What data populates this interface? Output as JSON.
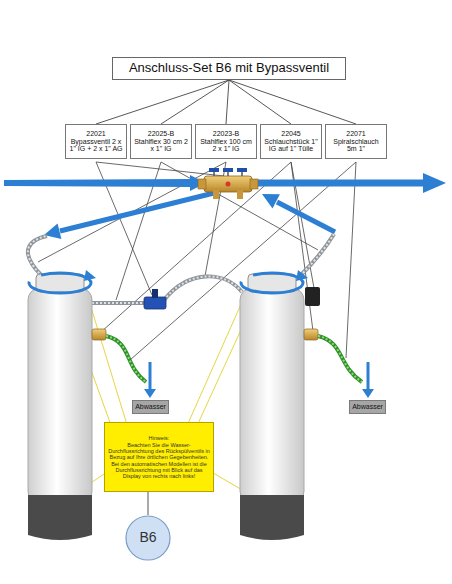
{
  "diagram": {
    "nodes": [
      {
        "text": [
          "Anschluss-Set B6 mit Bypassventil"
        ]
      },
      {
        "text": [
          "22021",
          "Bypassventil 2 x 1\" IG + 2 x 1\" AG"
        ]
      },
      {
        "text": [
          "22025-B",
          "Stahlflex 30 cm 2 x 1\" IG"
        ]
      },
      {
        "text": [
          "22023-B",
          "Stahlflex 100 cm 2 x 1\" IG"
        ]
      },
      {
        "text": [
          "22045",
          "Schlauchstück 1\" IG auf 1\" Tülle"
        ]
      },
      {
        "text": [
          "22071",
          "Spiralschlauch 5m 1\""
        ]
      },
      {
        "text": [
          "Abwasser"
        ]
      },
      {
        "text": [
          "Abwasser"
        ]
      },
      {
        "text": [
          "Hinweis:",
          "Beachten Sie die Wasser-Durchflussrichtung des Rückspülventils in Bezug auf Ihre örtlichen Gegebenheiten. Bei den automatischen Modellen ist die Durchflussrichtung mit Blick auf das Display von rechts nach links!"
        ]
      },
      {
        "text": [
          "B6"
        ]
      }
    ],
    "edges": [
      {
        "from": 0,
        "to": 1,
        "arrow": "none"
      },
      {
        "from": 0,
        "to": 2,
        "arrow": "none"
      },
      {
        "from": 0,
        "to": 3,
        "arrow": "none"
      },
      {
        "from": 0,
        "to": 4,
        "arrow": "none"
      },
      {
        "from": 0,
        "to": 5,
        "arrow": "none"
      },
      {
        "from": 8,
        "to": 9,
        "arrow": "none"
      }
    ]
  }
}
